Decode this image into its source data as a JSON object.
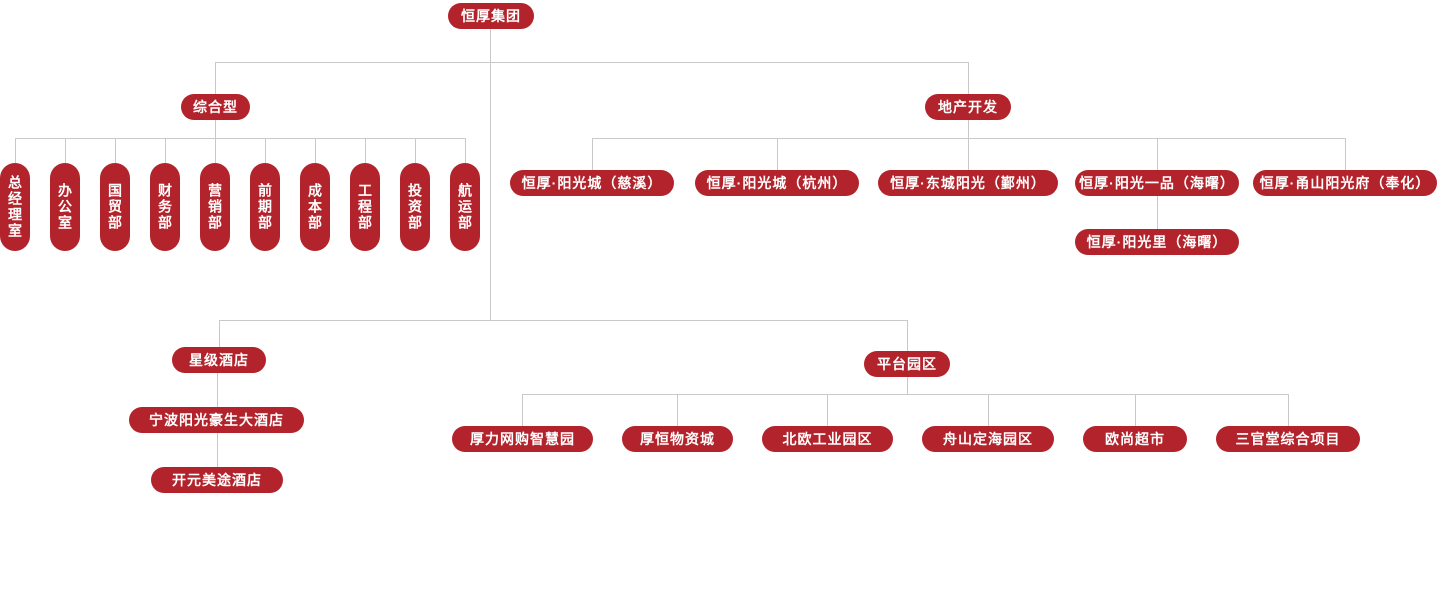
{
  "colors": {
    "node_fill": "#b2232b",
    "node_text": "#ffffff",
    "connector_line": "#c9c9c9",
    "background": "#ffffff"
  },
  "org_chart": {
    "root": {
      "label": "恒厚集团"
    },
    "branch_general": {
      "label": "综合型",
      "departments": [
        "总经理室",
        "办公室",
        "国贸部",
        "财务部",
        "营销部",
        "前期部",
        "成本部",
        "工程部",
        "投资部",
        "航运部"
      ]
    },
    "branch_realestate": {
      "label": "地产开发",
      "projects": [
        "恒厚·阳光城（慈溪）",
        "恒厚·阳光城（杭州）",
        "恒厚·东城阳光（鄞州）",
        "恒厚·阳光一品（海曙）",
        "恒厚·甬山阳光府（奉化）"
      ],
      "sub_project": "恒厚·阳光里（海曙）"
    },
    "branch_hotel": {
      "label": "星级酒店",
      "hotels": [
        "宁波阳光豪生大酒店",
        "开元美途酒店"
      ]
    },
    "branch_park": {
      "label": "平台园区",
      "parks": [
        "厚力网购智慧园",
        "厚恒物资城",
        "北欧工业园区",
        "舟山定海园区",
        "欧尚超市",
        "三官堂综合项目"
      ]
    }
  }
}
